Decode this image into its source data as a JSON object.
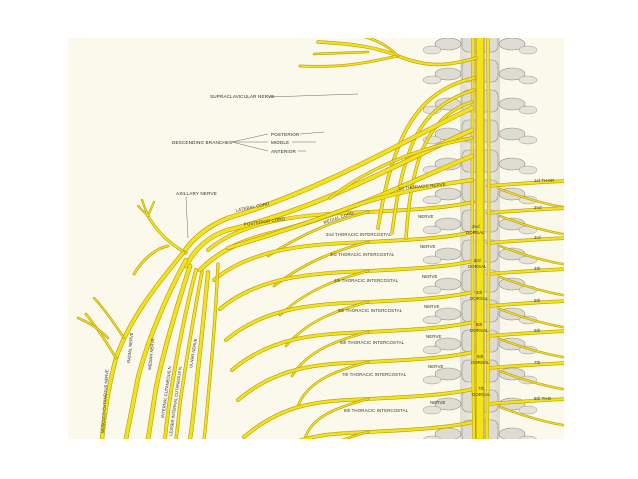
{
  "labels": {
    "supraclavicular": "SUPRACLAVICULAR NERVE",
    "descending": "DESCENDING BRANCHES",
    "posterior": "POSTERIOR",
    "middle": "MIDDLE",
    "anterior": "ANTERIOR",
    "axillary": "AXILLARY NERVE",
    "lateral_cord": "LATERAL CORD",
    "posterior_cord": "POSTERIOR CORD",
    "medial_cord": "MEDIAL CORD",
    "first_thoracic": "1st THORACIC NERVE",
    "musculocutaneous": "MUSCULO-CUTANEOUS NERVE",
    "radial": "RADIAL NERVE",
    "median": "MEDIAN NERVE",
    "internal_cutaneous": "INTERNAL CUTANEOUS N.",
    "lesser_internal_cutaneous": "LESSER INTERNAL CUTANEOUS N.",
    "ulnar": "ULNAR NERVE",
    "nerve": "NERVE",
    "dorsal": "DORSAL",
    "intercostals": [
      "2nd THORACIC INTERCOSTAL",
      "3rd THORACIC INTERCOSTAL",
      "4th THORACIC INTERCOSTAL",
      "5th THORACIC INTERCOSTAL",
      "6th THORACIC INTERCOSTAL",
      "7th THORACIC INTERCOSTAL",
      "8th THORACIC INTERCOSTAL"
    ],
    "right_side": [
      "1st THOR",
      "2nd",
      "3rd",
      "4th",
      "5th",
      "6th",
      "7th",
      "8th THO"
    ],
    "vertebra_numbers": [
      "2nd",
      "3rd",
      "4th",
      "5th",
      "6th",
      "7th"
    ]
  },
  "colors": {
    "nerve": "#f3e21a",
    "nerve_outline": "#b79c10",
    "bone": "#dedcd2",
    "background": "#fbf8ec"
  }
}
